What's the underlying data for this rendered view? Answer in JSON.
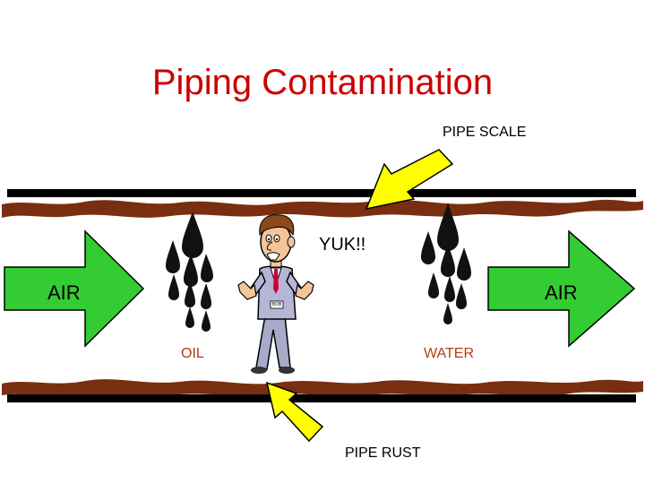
{
  "slide": {
    "title": "Piping Contamination"
  },
  "labels": {
    "pipe_scale": "PIPE SCALE",
    "pipe_rust": "PIPE RUST",
    "oil": "OIL",
    "water": "WATER",
    "yuk": "YUK!!",
    "air_left": "AIR",
    "air_right": "AIR",
    "badge": "BOB"
  },
  "colors": {
    "title": "#cc0000",
    "pipe_wall": "#000000",
    "rust": "#7a2e10",
    "air_arrow": "#33cc33",
    "pointer_arrow": "#ffff00",
    "droplet": "#111111",
    "label_accent": "#b23c17"
  },
  "icons": {
    "pointer": "arrow-icon",
    "droplet": "droplet-icon",
    "figure": "cartoon-man"
  }
}
